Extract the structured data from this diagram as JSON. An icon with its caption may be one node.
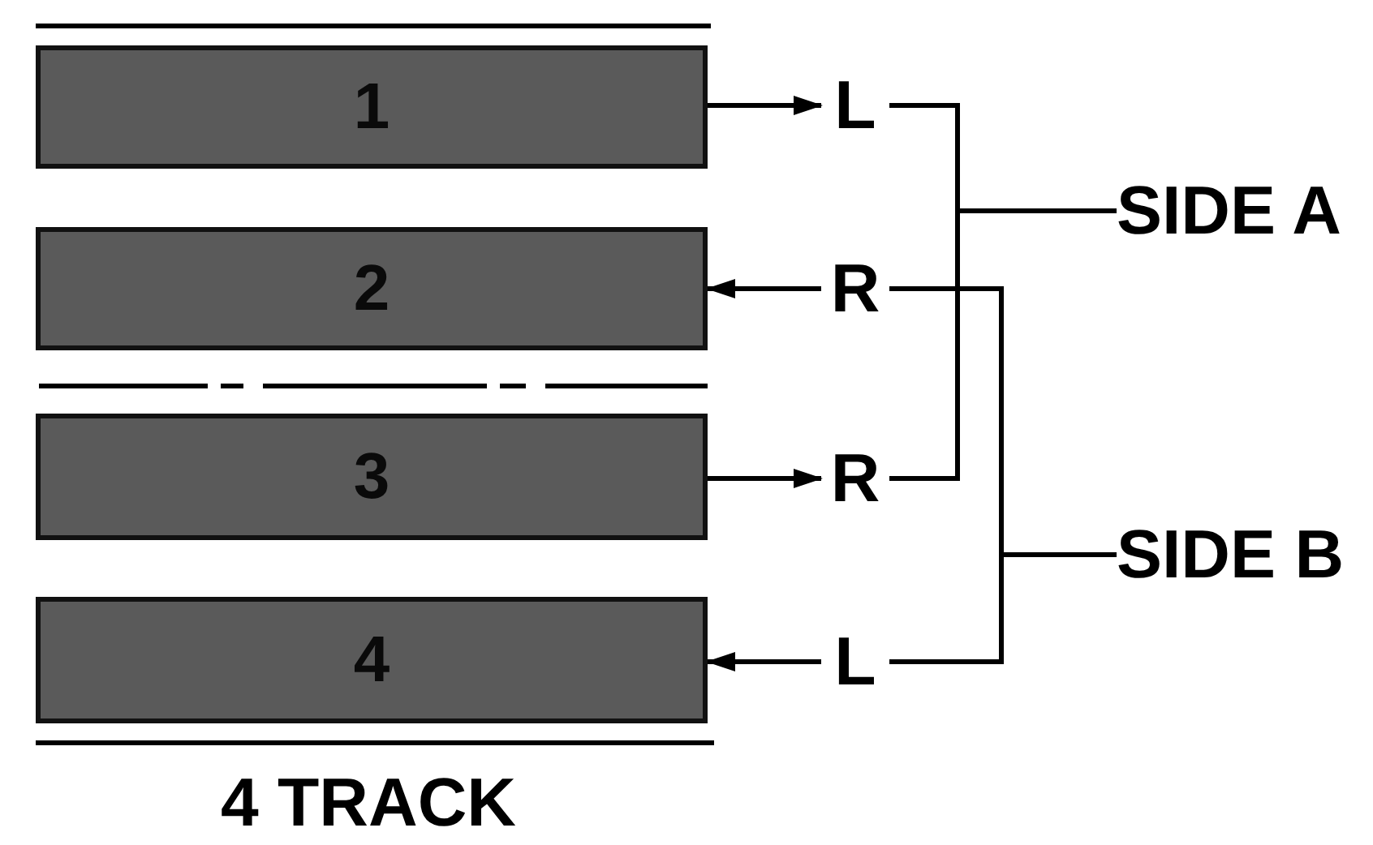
{
  "diagram": {
    "nodes": [
      {
        "text": [
          "1"
        ]
      },
      {
        "text": [
          "2"
        ]
      },
      {
        "text": [
          "3"
        ]
      },
      {
        "text": [
          "4"
        ]
      },
      {
        "text": [
          "L"
        ]
      },
      {
        "text": [
          "R"
        ]
      },
      {
        "text": [
          "R"
        ]
      },
      {
        "text": [
          "L"
        ]
      },
      {
        "text": [
          "SIDE A"
        ]
      },
      {
        "text": [
          "SIDE B"
        ]
      }
    ],
    "edges": [
      {
        "from": 0,
        "to": 4,
        "arrow": "to"
      },
      {
        "from": 5,
        "to": 1,
        "arrow": "to"
      },
      {
        "from": 2,
        "to": 6,
        "arrow": "to"
      },
      {
        "from": 7,
        "to": 3,
        "arrow": "to"
      },
      {
        "from": 4,
        "to": 8,
        "arrow": "none"
      },
      {
        "from": 6,
        "to": 8,
        "arrow": "none"
      },
      {
        "from": 5,
        "to": 9,
        "arrow": "none"
      },
      {
        "from": 7,
        "to": 9,
        "arrow": "none"
      }
    ],
    "labels": [
      "4 TRACK"
    ]
  }
}
